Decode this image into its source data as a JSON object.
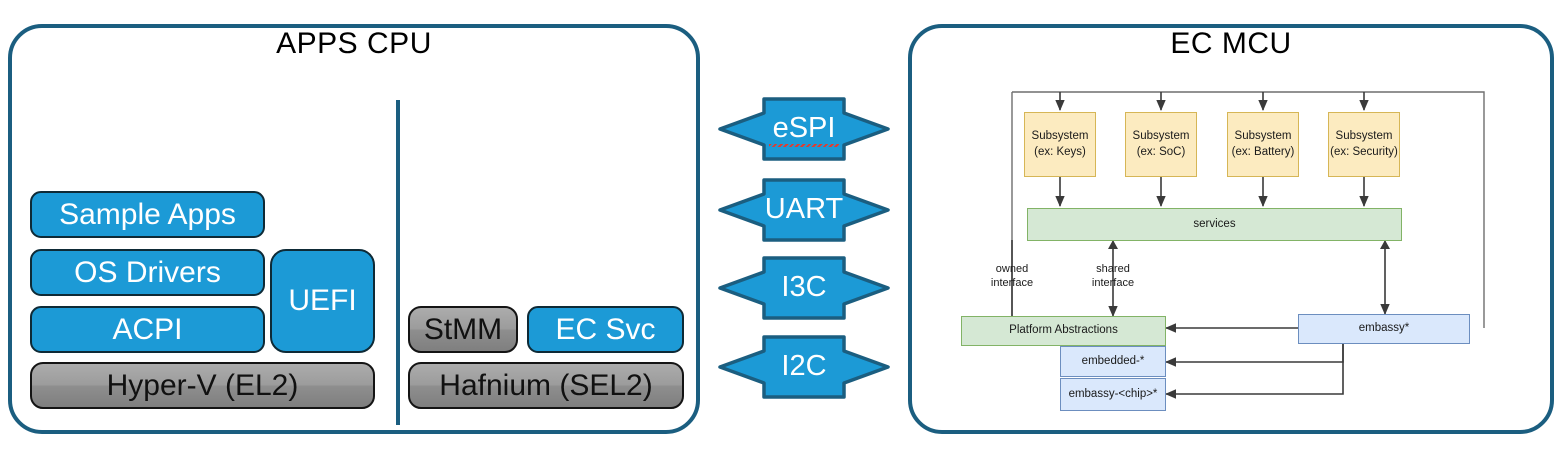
{
  "diagram": {
    "title": "APPS CPU and EC MCU architecture block diagram",
    "colors": {
      "panel_border": "#1B5E80",
      "accent_blue": "#1C9AD6",
      "grey_box": "#9C9C9C",
      "yellow_box": "#FCEBC0",
      "yellow_border": "#D6B656",
      "green_box": "#D5E8D4",
      "green_border": "#82B366",
      "light_blue_box": "#DAE8FC",
      "light_blue_border": "#6C8EBF",
      "wire": "#4D4D4D"
    }
  },
  "apps_cpu": {
    "title": "APPS CPU",
    "normal_world": {
      "boxes": [
        {
          "label": "Sample Apps",
          "style": "blue"
        },
        {
          "label": "OS Drivers",
          "style": "blue"
        },
        {
          "label": "ACPI",
          "style": "blue"
        },
        {
          "label": "UEFI",
          "style": "blue"
        },
        {
          "label": "Hyper-V (EL2)",
          "style": "grey"
        }
      ]
    },
    "secure_world": {
      "boxes": [
        {
          "label": "StMM",
          "style": "grey"
        },
        {
          "label": "EC Svc",
          "style": "blue"
        },
        {
          "label": "Hafnium (SEL2)",
          "style": "grey"
        }
      ]
    }
  },
  "interconnects": {
    "buses": [
      {
        "label": "eSPI",
        "spellcheck_underline": true
      },
      {
        "label": "UART",
        "spellcheck_underline": false
      },
      {
        "label": "I3C",
        "spellcheck_underline": false
      },
      {
        "label": "I2C",
        "spellcheck_underline": false
      }
    ]
  },
  "ec_mcu": {
    "title": "EC MCU",
    "subsystems": [
      {
        "line1": "Subsystem",
        "line2": "(ex: Keys)"
      },
      {
        "line1": "Subsystem",
        "line2": "(ex: SoC)"
      },
      {
        "line1": "Subsystem",
        "line2": "(ex: Battery)"
      },
      {
        "line1": "Subsystem",
        "line2": "(ex: Security)"
      }
    ],
    "services": {
      "label": "services"
    },
    "platform_abstractions": {
      "label": "Platform Abstractions"
    },
    "crates": [
      {
        "label": "embedded-*"
      },
      {
        "label": "embassy-<chip>*"
      }
    ],
    "embassy": {
      "label": "embassy*"
    },
    "edge_labels": [
      {
        "line1": "owned",
        "line2": "interface"
      },
      {
        "line1": "shared",
        "line2": "interface"
      }
    ]
  }
}
